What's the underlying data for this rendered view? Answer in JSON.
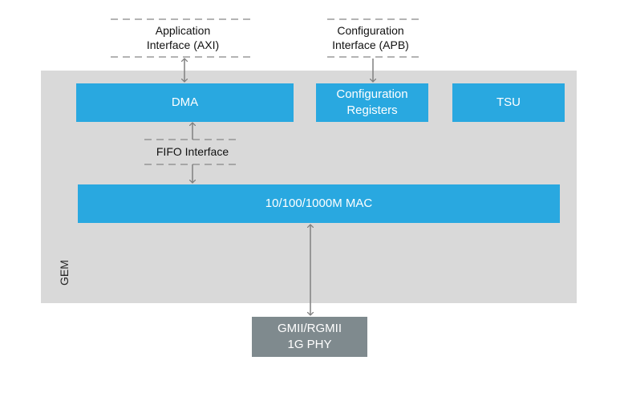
{
  "gem": {
    "label": "GEM"
  },
  "blocks": {
    "dma": "DMA",
    "config_line1": "Configuration",
    "config_line2": "Registers",
    "tsu": "TSU",
    "mac": "10/100/1000M MAC"
  },
  "interfaces": {
    "app_line1": "Application",
    "app_line2": "Interface (AXI)",
    "cfg_line1": "Configuration",
    "cfg_line2": "Interface (APB)",
    "fifo": "FIFO Interface"
  },
  "phy": {
    "line1": "GMII/RGMII",
    "line2": "1G PHY"
  },
  "colors": {
    "block_blue": "#29a8e0",
    "container_gray": "#d9d9d9",
    "phy_gray": "#7f8a8e",
    "arrow_gray": "#7f7f7f"
  }
}
